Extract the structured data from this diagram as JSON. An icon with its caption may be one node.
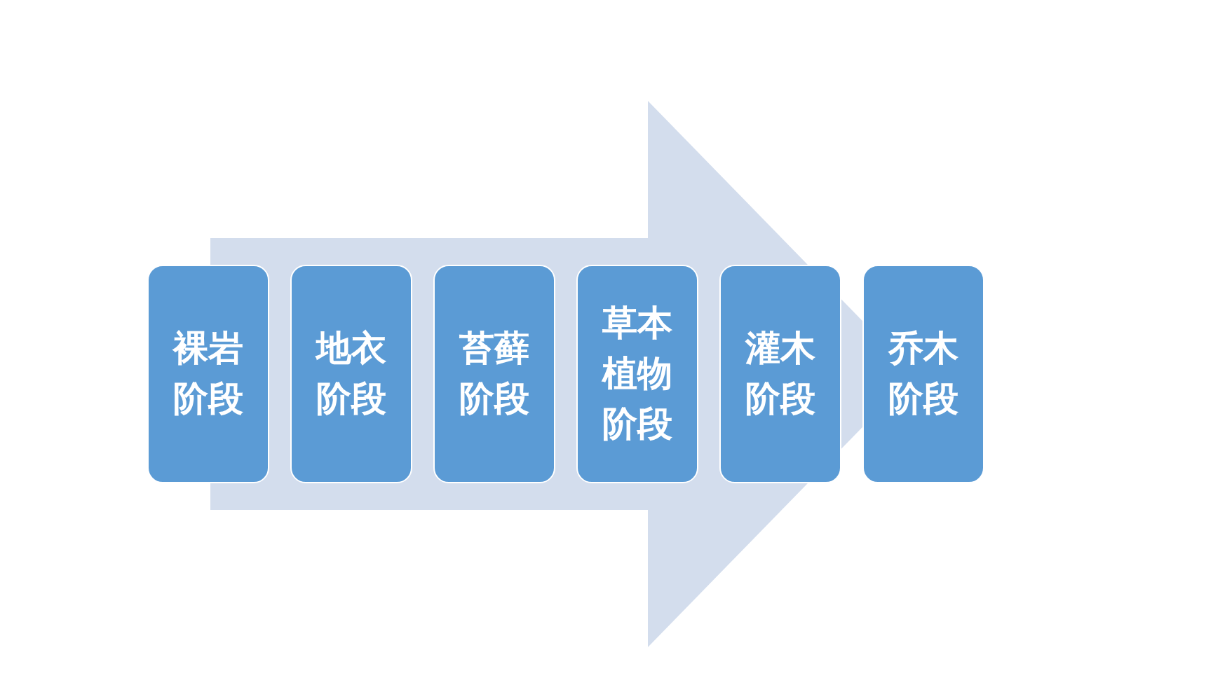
{
  "diagram": {
    "nodes": [
      {
        "text": [
          "裸岩阶段"
        ]
      },
      {
        "text": [
          "地衣阶段"
        ]
      },
      {
        "text": [
          "苔藓阶段"
        ]
      },
      {
        "text": [
          "草本植物阶段"
        ]
      },
      {
        "text": [
          "灌木阶段"
        ]
      },
      {
        "text": [
          "乔木阶段"
        ]
      }
    ],
    "edges": [
      {
        "from": 0,
        "to": 5,
        "arrow": "to"
      }
    ]
  }
}
